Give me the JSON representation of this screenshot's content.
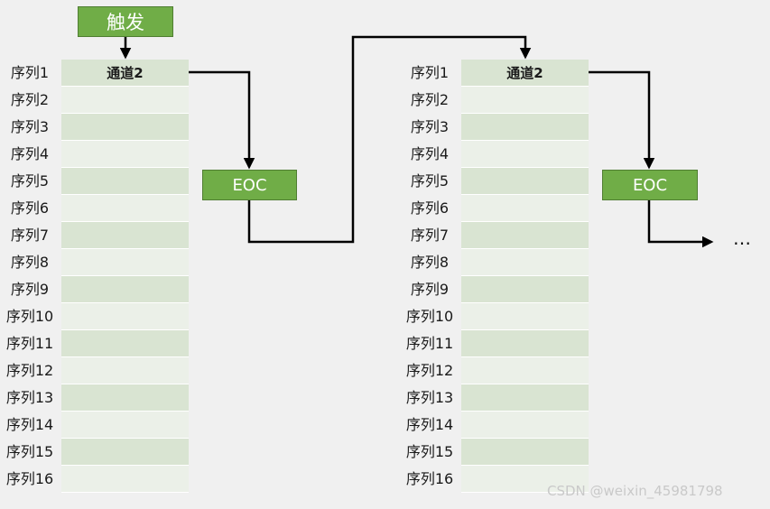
{
  "trigger_label": "触发",
  "eoc_label": "EOC",
  "ellipsis": "…",
  "watermark": "CSDN @weixin_45981798",
  "panels": [
    {
      "header": "通道2",
      "rows": [
        "序列1",
        "序列2",
        "序列3",
        "序列4",
        "序列5",
        "序列6",
        "序列7",
        "序列8",
        "序列9",
        "序列10",
        "序列11",
        "序列12",
        "序列13",
        "序列14",
        "序列15",
        "序列16"
      ]
    },
    {
      "header": "通道2",
      "rows": [
        "序列1",
        "序列2",
        "序列3",
        "序列4",
        "序列5",
        "序列6",
        "序列7",
        "序列8",
        "序列9",
        "序列10",
        "序列11",
        "序列12",
        "序列13",
        "序列14",
        "序列15",
        "序列16"
      ]
    }
  ],
  "colors": {
    "box_fill": "#70ad47",
    "cell_dark": "#d9e4d2",
    "cell_light": "#ebf0e8",
    "wire": "#000000"
  }
}
